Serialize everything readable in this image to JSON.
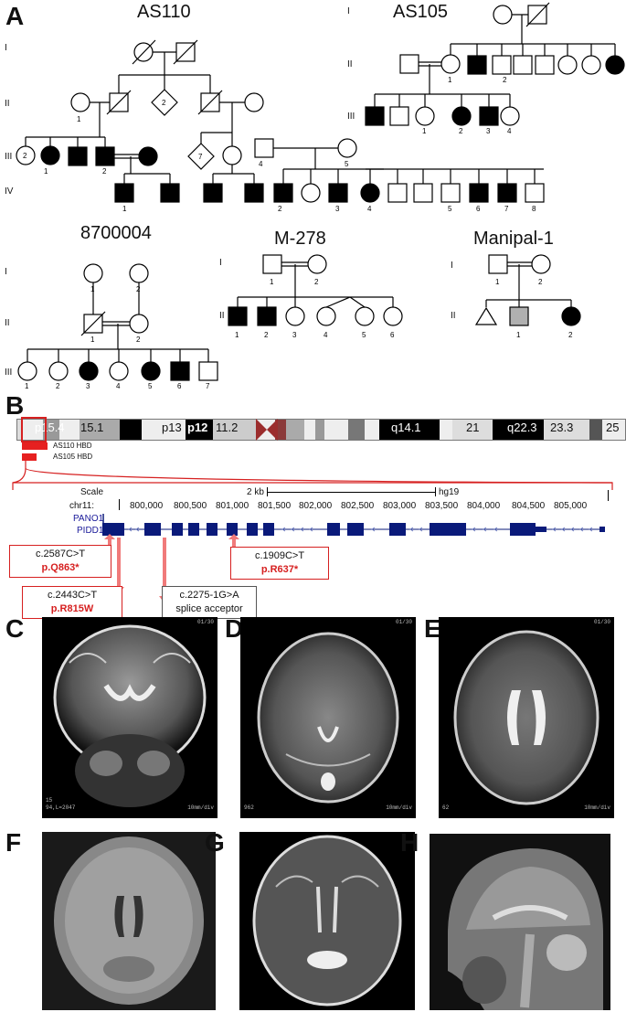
{
  "panels": {
    "A": "A",
    "B": "B",
    "C": "C",
    "D": "D",
    "E": "E",
    "F": "F",
    "G": "G",
    "H": "H"
  },
  "families": {
    "as110": {
      "name": "AS110",
      "gens": [
        "I",
        "II",
        "III",
        "IV"
      ]
    },
    "as105": {
      "name": "AS105",
      "gens": [
        "I",
        "II",
        "III"
      ]
    },
    "f8700004": {
      "name": "8700004",
      "gens": [
        "I",
        "II",
        "III"
      ]
    },
    "m278": {
      "name": "M-278",
      "gens": [
        "I",
        "II"
      ]
    },
    "manipal1": {
      "name": "Manipal-1",
      "gens": [
        "I",
        "II"
      ]
    }
  },
  "chromosome": {
    "bands": [
      "p15.4",
      "15.1",
      "p13",
      "p12",
      "11.2",
      "q14.1",
      "21",
      "q22.3",
      "23.3",
      "25"
    ],
    "hbd_labels": [
      "AS110 HBD",
      "AS105 HBD"
    ]
  },
  "browser": {
    "scale_label": "Scale",
    "scale_value": "2 kb",
    "assembly": "hg19",
    "chrom": "chr11:",
    "positions": [
      "800,000",
      "800,500",
      "801,000",
      "801,500",
      "802,000",
      "802,500",
      "803,000",
      "803,500",
      "804,000",
      "804,500",
      "805,000"
    ],
    "genes": [
      "PANO1",
      "PIDD1"
    ]
  },
  "mutations": [
    {
      "cdna": "c.2587C>T",
      "protein": "p.Q863*"
    },
    {
      "cdna": "c.2443C>T",
      "protein": "p.R815W"
    },
    {
      "cdna": "c.2275-1G>A",
      "protein": "splice acceptor"
    },
    {
      "cdna": "c.1909C>T",
      "protein": "p.R637*"
    }
  ],
  "mri_overlays": {
    "c_top": "01/30",
    "c_bottom1": "15",
    "c_bottom2": "94,L=2047",
    "c_scale": "10mm/div",
    "d_top": "01/30",
    "d_bottom": "962",
    "d_scale": "10mm/div",
    "e_top": "01/30",
    "e_bottom": "62",
    "e_scale": "10mm/div"
  },
  "colors": {
    "accent_red": "#d62020",
    "gene_blue": "#0a1a7a",
    "affected": "#000000",
    "carrier_gray": "#b0b0b0"
  }
}
